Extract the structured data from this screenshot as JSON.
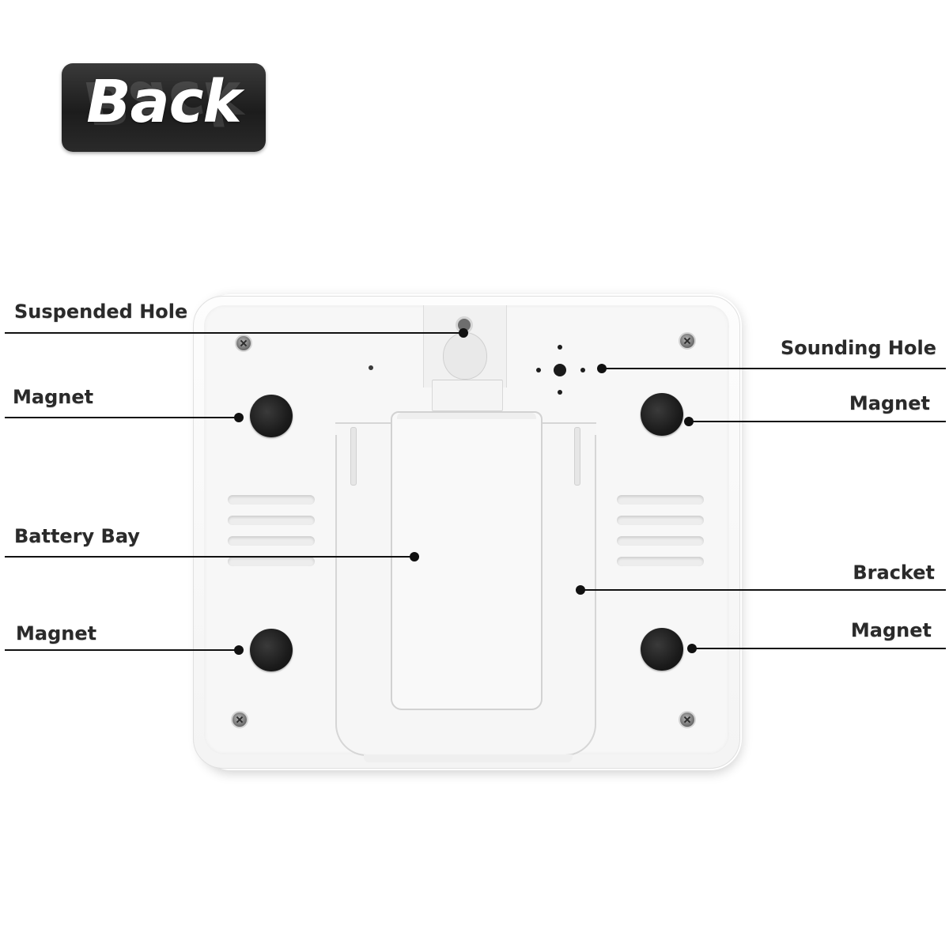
{
  "badge": {
    "text": "Back"
  },
  "labels": {
    "suspended_hole": "Suspended Hole",
    "sounding_hole": "Sounding Hole",
    "magnet_top_left": "Magnet",
    "magnet_top_right": "Magnet",
    "battery_bay": "Battery Bay",
    "bracket": "Bracket",
    "magnet_bottom_left": "Magnet",
    "magnet_bottom_right": "Magnet"
  },
  "colors": {
    "badge_background": "#2a2a2a",
    "badge_text": "#ffffff",
    "device_body": "#f7f7f7",
    "magnet": "#1b1b1b",
    "leader_line": "#111111",
    "label_text": "#2a2a2a"
  },
  "icons": {
    "screw": "screw-icon",
    "magnet": "magnet-icon",
    "keyhole": "keyhole-icon",
    "speaker": "speaker-holes-icon"
  }
}
